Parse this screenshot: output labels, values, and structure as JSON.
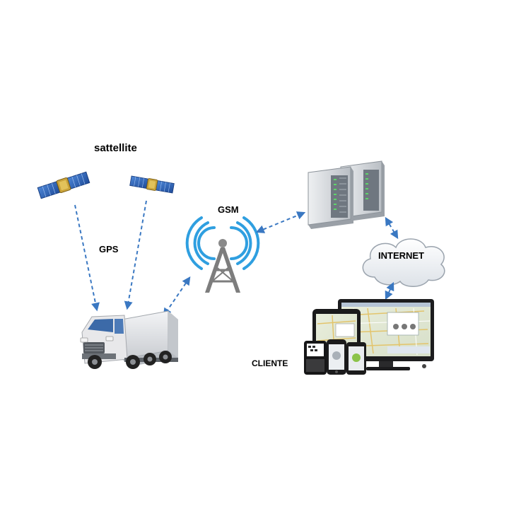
{
  "labels": {
    "satellite": "sattellite",
    "gps": "GPS",
    "gsm": "GSM",
    "internet": "INTERNET",
    "client": "CLIENTE"
  },
  "colors": {
    "link": "#3a78c2",
    "signal": "#2f9fe0",
    "tower": "#7d7d7d",
    "panel": "#2a5fb5",
    "server": "#cfd3d8",
    "truck_cab": "#e8e8ea",
    "truck_box": "#dfe1e4"
  },
  "icons": [
    "satellite-icon",
    "cell-tower-icon",
    "server-icon",
    "cloud-icon",
    "truck-icon",
    "monitor-icon",
    "tablet-icon",
    "phone-icon"
  ]
}
